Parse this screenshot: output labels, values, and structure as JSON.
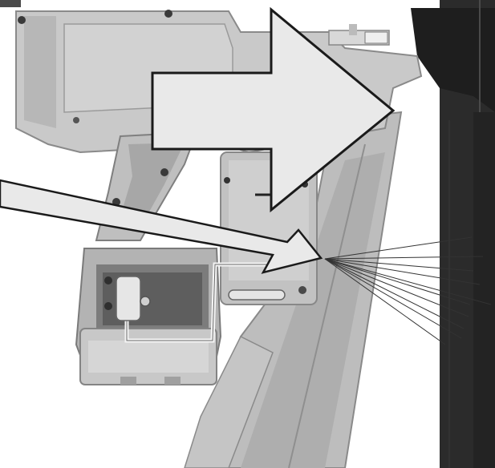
{
  "illustration": {
    "subject": "nailer-tool-against-dark-post",
    "arrows": [
      "push-direction-arrow",
      "spray-point-arrow"
    ],
    "colors": {
      "tool_body": "#c9c9c9",
      "tool_shade": "#9c9c9c",
      "tool_dark": "#5e5e5e",
      "post_dark": "#2b2b2b",
      "arrow_fill": "#e9e9e9",
      "arrow_stroke": "#1a1a1a",
      "hose": "#f4f4f4"
    }
  }
}
